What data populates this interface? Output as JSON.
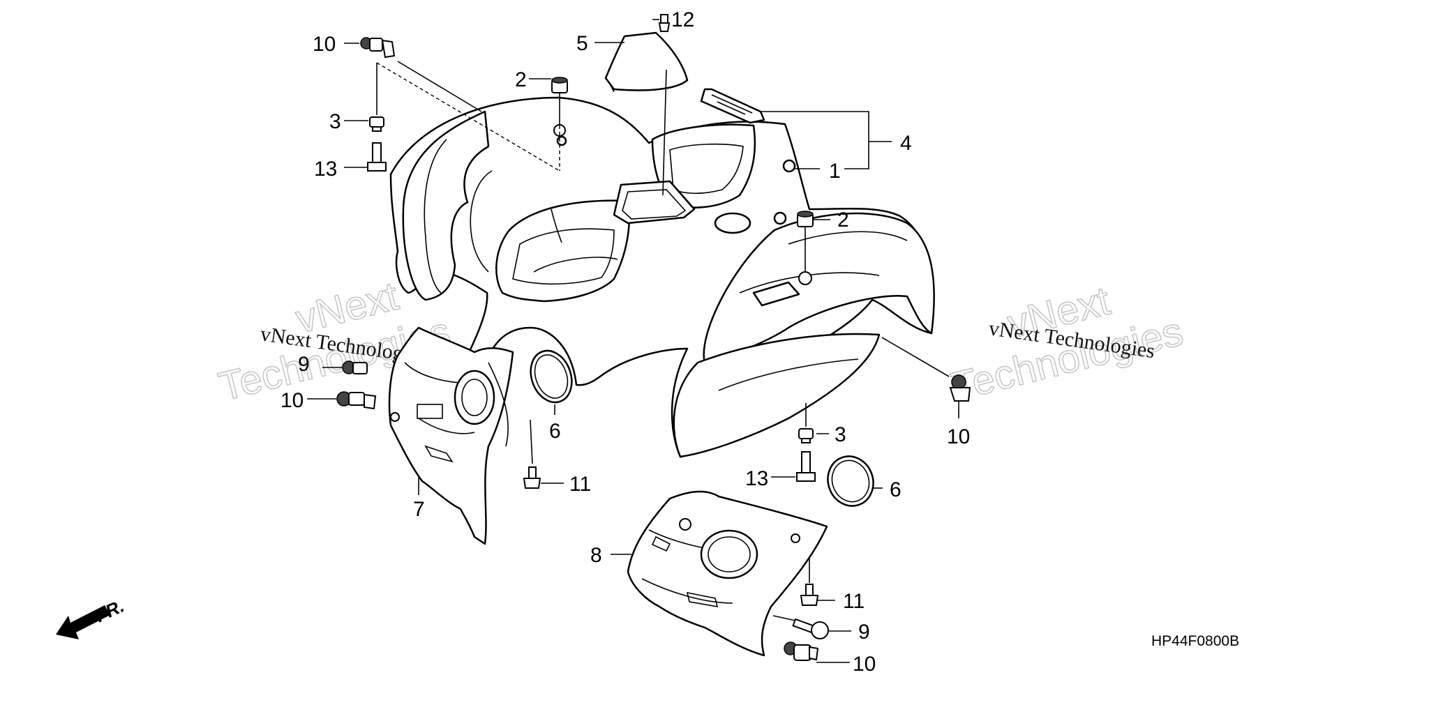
{
  "diagram_code": "HP44F0800B",
  "direction_label": "FR.",
  "watermarks": {
    "left_small": "vNext Technologies",
    "left_large_1": "vNext",
    "left_large_2": "Technologies",
    "right_small": "vNext Technologies",
    "right_large_1": "vNext",
    "right_large_2": "Technologies"
  },
  "callouts": {
    "c1": "1",
    "c2a": "2",
    "c2b": "2",
    "c3a": "3",
    "c3b": "3",
    "c4": "4",
    "c5": "5",
    "c6a": "6",
    "c6b": "6",
    "c7": "7",
    "c8": "8",
    "c9a": "9",
    "c9b": "9",
    "c10a": "10",
    "c10b": "10",
    "c10c": "10",
    "c10d": "10",
    "c11a": "11",
    "c11b": "11",
    "c12": "12",
    "c13a": "13",
    "c13b": "13"
  }
}
